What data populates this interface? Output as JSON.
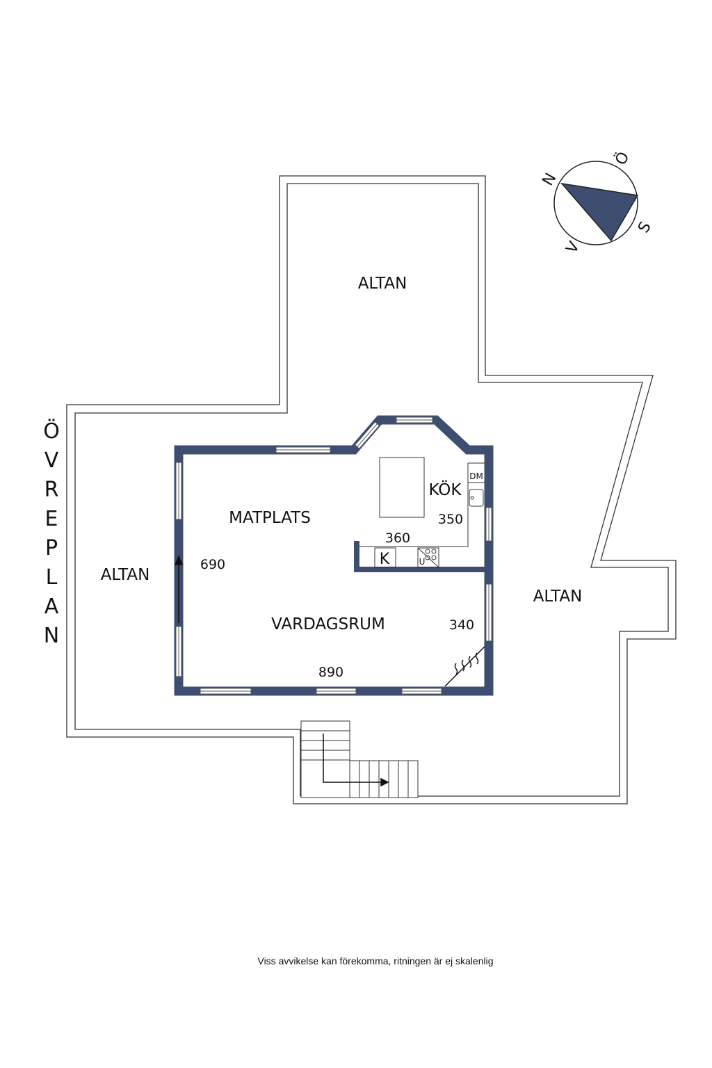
{
  "plan": {
    "title_letters": [
      "Ö",
      "V",
      "R",
      "E",
      "P",
      "L",
      "A",
      "N"
    ],
    "rooms": {
      "altan_top": "ALTAN",
      "altan_left": "ALTAN",
      "altan_right": "ALTAN",
      "matplats": "MATPLATS",
      "kok": "KÖK",
      "vardagsrum": "VARDAGSRUM"
    },
    "dimensions": {
      "matplats_width": "360",
      "kok_depth": "350",
      "west_wall": "690",
      "vardagsrum_depth": "340",
      "south_wall": "890"
    },
    "fixtures": {
      "dishwasher": "DM",
      "fridge": "K",
      "oven": "U"
    },
    "compass": {
      "north": "N",
      "east": "Ö",
      "south": "S",
      "west": "V"
    },
    "disclaimer": "Viss avvikelse kan förekomma, ritningen är ej skalenlig",
    "colors": {
      "wall": "#3d4e70",
      "outline": "#333333"
    }
  }
}
